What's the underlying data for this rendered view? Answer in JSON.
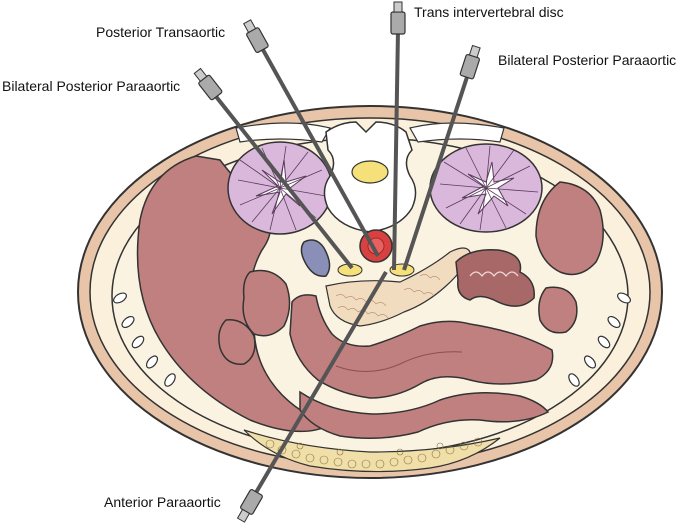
{
  "labels": {
    "posterior_transaortic": "Posterior Transaortic",
    "trans_intervertebral_disc": "Trans intervertebral disc",
    "bilateral_posterior_paraaortic_left": "Bilateral Posterior Paraaortic",
    "bilateral_posterior_paraaortic_right": "Bilateral Posterior Paraaortic",
    "anterior_paraaortic": "Anterior Paraaortic"
  },
  "colors": {
    "skin": "#e8c4a8",
    "fat": "#faf0dc",
    "organ": "#c08080",
    "organ_dark": "#a86868",
    "kidney": "#d9b8dc",
    "kidney_lines": "#5a3b5c",
    "vertebra": "#ffffff",
    "disc": "#f5e07a",
    "aorta": "#d94040",
    "ivc": "#8a8fb8",
    "pancreas": "#f2dcc0",
    "needle": "#555555",
    "hub": "#aaaaaa",
    "omental_fat": "#f0dfa8"
  }
}
